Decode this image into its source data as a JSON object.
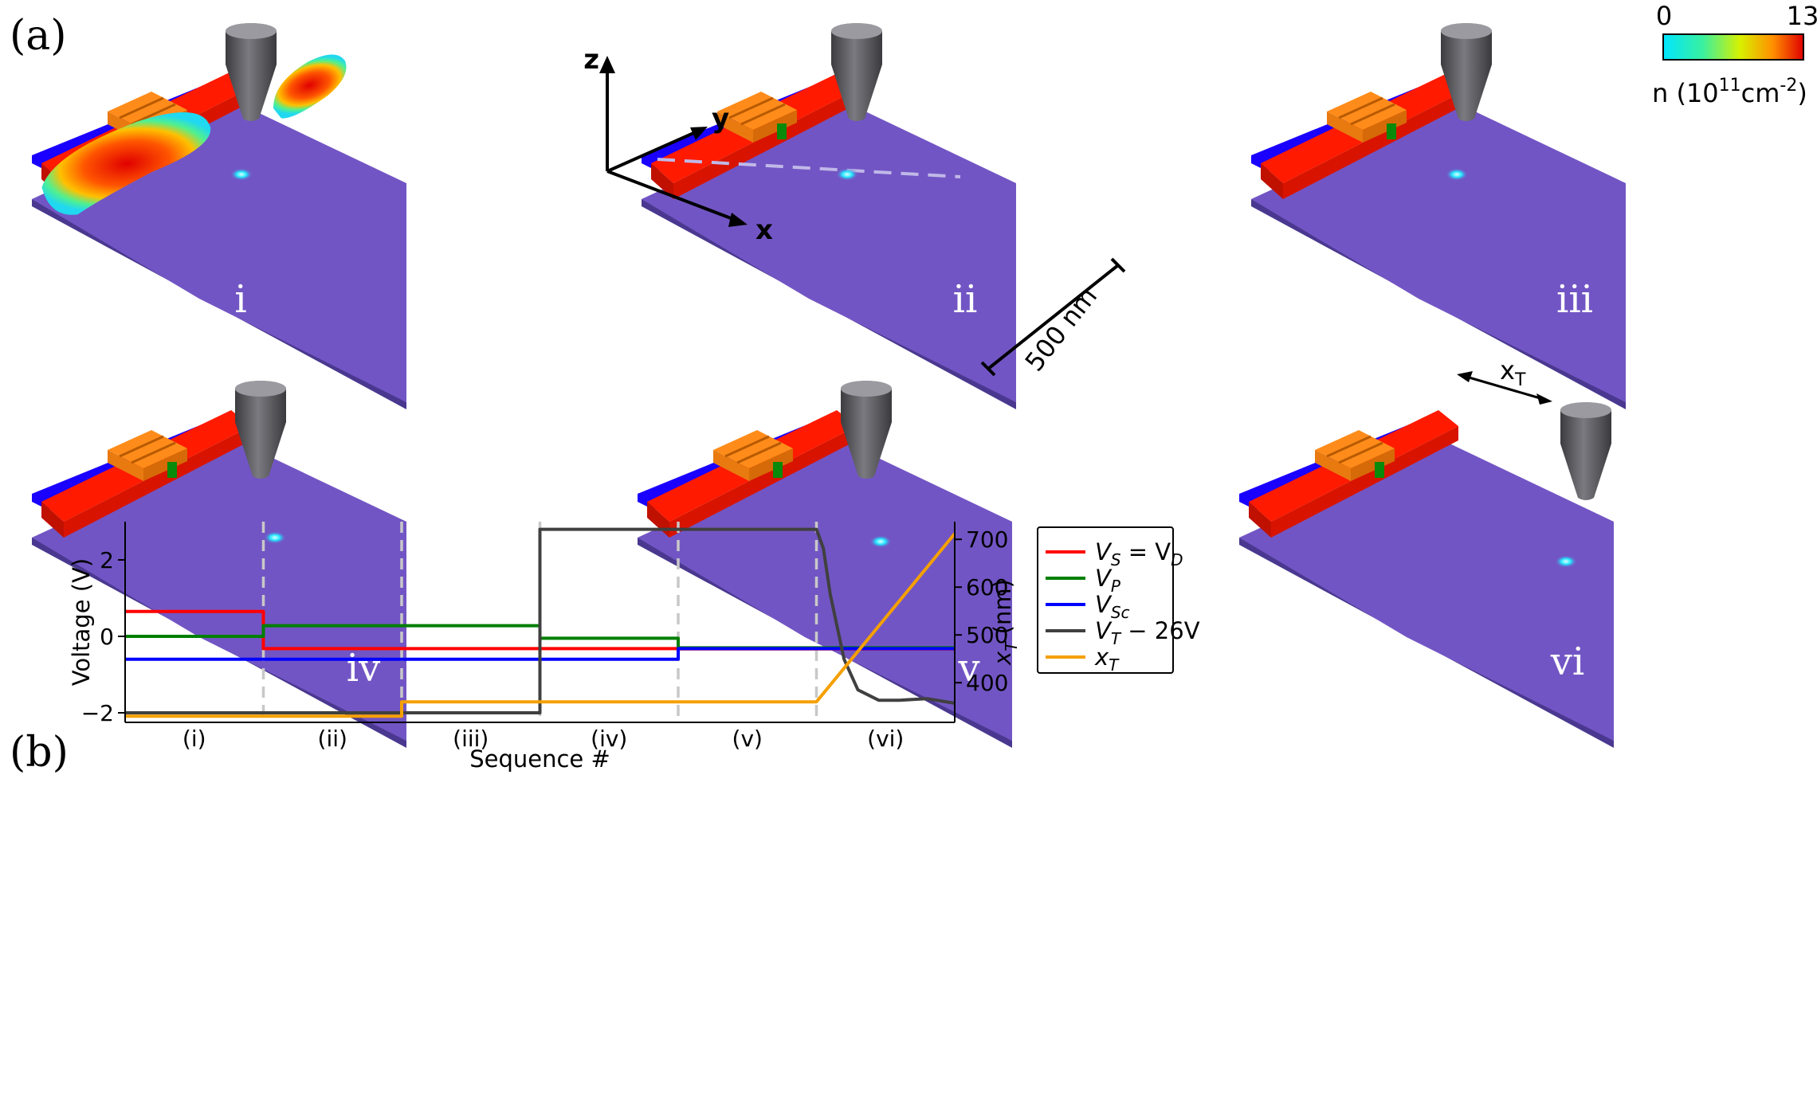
{
  "figure": {
    "panel_a_label": "(a)",
    "panel_b_label": "(b)",
    "scene_labels": [
      "i",
      "ii",
      "iii",
      "iv",
      "v",
      "vi"
    ],
    "axes3d": {
      "z": "z",
      "y": "y",
      "x": "x"
    },
    "scale_bar_label": "500 nm",
    "tip_displacement_label": "x",
    "tip_displacement_sub": "T",
    "colorbar": {
      "min_label": "0",
      "max_label": "13",
      "label_main": "n (10",
      "label_sup1": "11",
      "label_mid": "cm",
      "label_sup2": "-2",
      "label_end": ")",
      "colors": [
        "#00e5ff",
        "#39f0a0",
        "#d8f000",
        "#ff9000",
        "#e00000"
      ]
    },
    "surface_color": "#7255c4",
    "gate_colors": {
      "red": "#ff1a00",
      "blue": "#1a00ff",
      "orange": "#ff8c1a",
      "green": "#0a8a0a",
      "tip": "#555558"
    }
  },
  "chart_data": {
    "type": "line",
    "xlabel": "Sequence #",
    "ylabel": "Voltage (V)",
    "y2label": "x",
    "y2label_sub": "T",
    "y2label_unit": "(nm)",
    "categories": [
      "(i)",
      "(ii)",
      "(iii)",
      "(iv)",
      "(v)",
      "(vi)"
    ],
    "xlim": [
      0,
      6
    ],
    "ylim": [
      -2.25,
      3.0
    ],
    "yticks": [
      -2,
      0,
      2
    ],
    "ytick_labels": [
      "−2",
      "0",
      "2"
    ],
    "y2lim": [
      317,
      737
    ],
    "y2ticks": [
      400,
      500,
      600,
      700
    ],
    "y2tick_labels": [
      "400",
      "500",
      "600",
      "700"
    ],
    "segment_boundaries": [
      1,
      2,
      3,
      4,
      5
    ],
    "legend_position": "right, outside",
    "series": [
      {
        "name": "V_S = V_D",
        "color": "#ff0000",
        "axis": "left",
        "x": [
          0,
          1,
          1,
          2,
          3,
          4,
          4,
          5,
          6
        ],
        "y": [
          0.65,
          0.65,
          -0.32,
          -0.32,
          -0.32,
          -0.32,
          -0.33,
          -0.33,
          -0.33
        ]
      },
      {
        "name": "V_P",
        "color": "#007f00",
        "axis": "left",
        "x": [
          0,
          1,
          1,
          2,
          3,
          3,
          4,
          4,
          5,
          6
        ],
        "y": [
          0.0,
          0.0,
          0.28,
          0.28,
          0.28,
          -0.05,
          -0.05,
          -0.3,
          -0.3,
          -0.3
        ]
      },
      {
        "name": "V_Sc",
        "color": "#0000ff",
        "axis": "left",
        "x": [
          0,
          1,
          2,
          3,
          4,
          4,
          5,
          6
        ],
        "y": [
          -0.6,
          -0.6,
          -0.6,
          -0.6,
          -0.6,
          -0.32,
          -0.32,
          -0.32
        ]
      },
      {
        "name": "V_T − 26V",
        "color": "#404040",
        "axis": "left",
        "x": [
          0,
          1,
          2,
          3,
          3,
          4,
          5,
          5.05,
          5.1,
          5.2,
          5.3,
          5.45,
          5.6,
          5.8,
          6.0
        ],
        "y": [
          -2.0,
          -2.0,
          -2.0,
          -2.0,
          2.8,
          2.8,
          2.8,
          2.3,
          1.1,
          -0.6,
          -1.4,
          -1.67,
          -1.67,
          -1.63,
          -1.75
        ]
      },
      {
        "name": "x_T",
        "color": "#f5a000",
        "axis": "right",
        "x": [
          0,
          1,
          2,
          2,
          3,
          4,
          5,
          6
        ],
        "y": [
          330,
          330,
          330,
          360,
          360,
          360,
          360,
          712
        ]
      }
    ],
    "legend": [
      {
        "main": "V",
        "sub": "S",
        "rest": " = V",
        "sub2": "D"
      },
      {
        "main": "V",
        "sub": "P",
        "rest": "",
        "sub2": ""
      },
      {
        "main": "V",
        "sub": "Sc",
        "rest": "",
        "sub2": ""
      },
      {
        "main": "V",
        "sub": "T",
        "rest": " − 26V",
        "sub2": ""
      },
      {
        "main": "x",
        "sub": "T",
        "rest": "",
        "sub2": ""
      }
    ]
  }
}
